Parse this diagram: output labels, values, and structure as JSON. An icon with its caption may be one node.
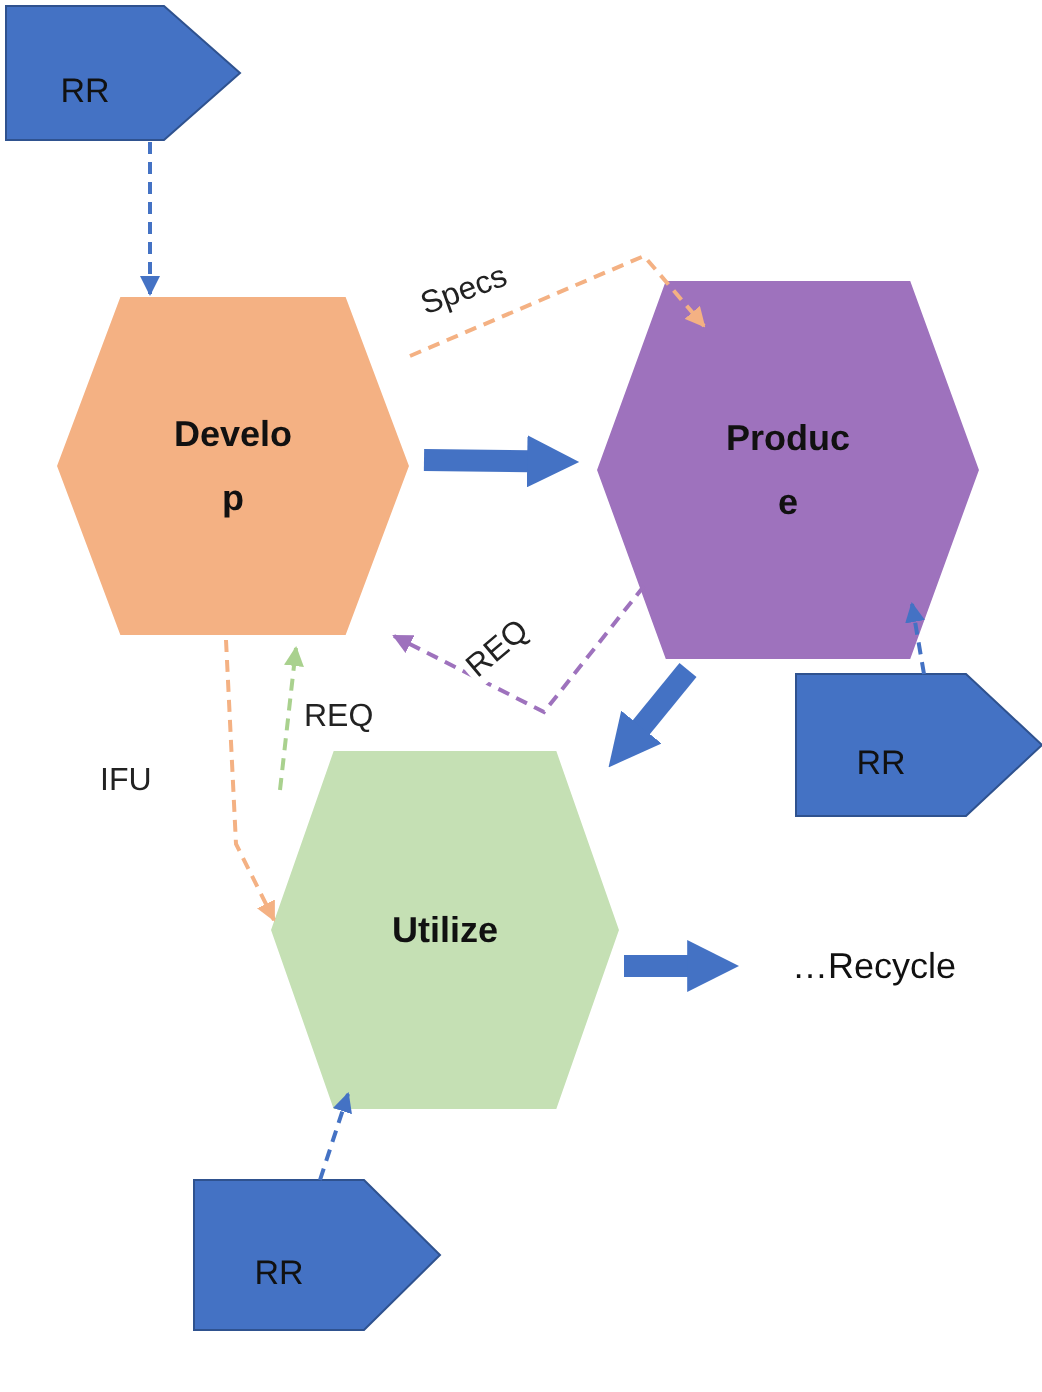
{
  "diagram": {
    "nodes": [
      {
        "text": [
          "RR"
        ]
      },
      {
        "text": [
          "Develop"
        ]
      },
      {
        "text": [
          "Produce"
        ]
      },
      {
        "text": [
          "RR"
        ]
      },
      {
        "text": [
          "Utilize"
        ]
      },
      {
        "text": [
          "…Recycle"
        ]
      },
      {
        "text": [
          "RR"
        ]
      }
    ],
    "edges": [
      {
        "from": 0,
        "to": 1,
        "arrow": "to",
        "style": "dashed"
      },
      {
        "from": 1,
        "to": 2,
        "arrow": "to",
        "label": "Specs",
        "style": "dashed",
        "color": "#f4b183"
      },
      {
        "from": 1,
        "to": 2,
        "arrow": "to",
        "style": "thick"
      },
      {
        "from": 2,
        "to": 1,
        "arrow": "to",
        "label": "REQ",
        "style": "dashed",
        "color": "#9e72bd"
      },
      {
        "from": 2,
        "to": 4,
        "arrow": "to",
        "style": "thick"
      },
      {
        "from": 3,
        "to": 2,
        "arrow": "to",
        "style": "dashed"
      },
      {
        "from": 1,
        "to": 4,
        "arrow": "to",
        "label": "IFU",
        "style": "dashed",
        "color": "#f4b183"
      },
      {
        "from": 4,
        "to": 1,
        "arrow": "to",
        "label": "REQ",
        "style": "dashed",
        "color": "#a9d18e"
      },
      {
        "from": 4,
        "to": 5,
        "arrow": "to",
        "style": "thick"
      },
      {
        "from": 6,
        "to": 4,
        "arrow": "to",
        "style": "dashed"
      }
    ]
  }
}
